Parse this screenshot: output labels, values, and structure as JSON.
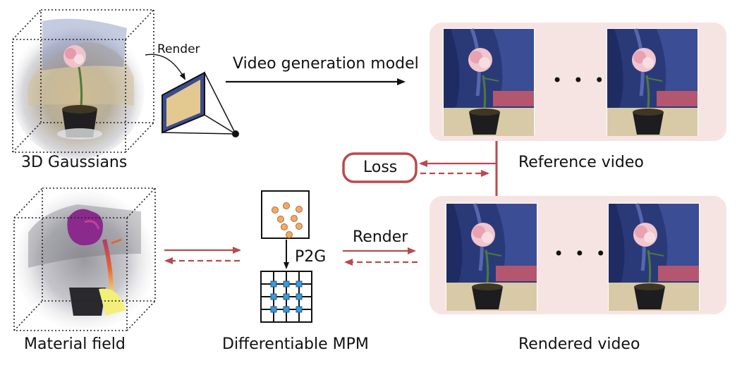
{
  "labels": {
    "render_top": "Render",
    "video_generation_model": "Video generation model",
    "gaussians": "3D Gaussians",
    "loss": "Loss",
    "reference_video": "Reference video",
    "material_field": "Material field",
    "p2g": "P2G",
    "render_bottom": "Render",
    "differentiable_mpm": "Differentiable MPM",
    "rendered_video": "Rendered video",
    "ellipsis_reference": "• • •",
    "ellipsis_rendered": "• • •"
  },
  "colors": {
    "loss_red": "#b94a4f",
    "panel_pink": "#f6e4e3",
    "particle_orange": "#f2aa6b",
    "grid_node_blue": "#3a9bd6",
    "black": "#111111"
  }
}
